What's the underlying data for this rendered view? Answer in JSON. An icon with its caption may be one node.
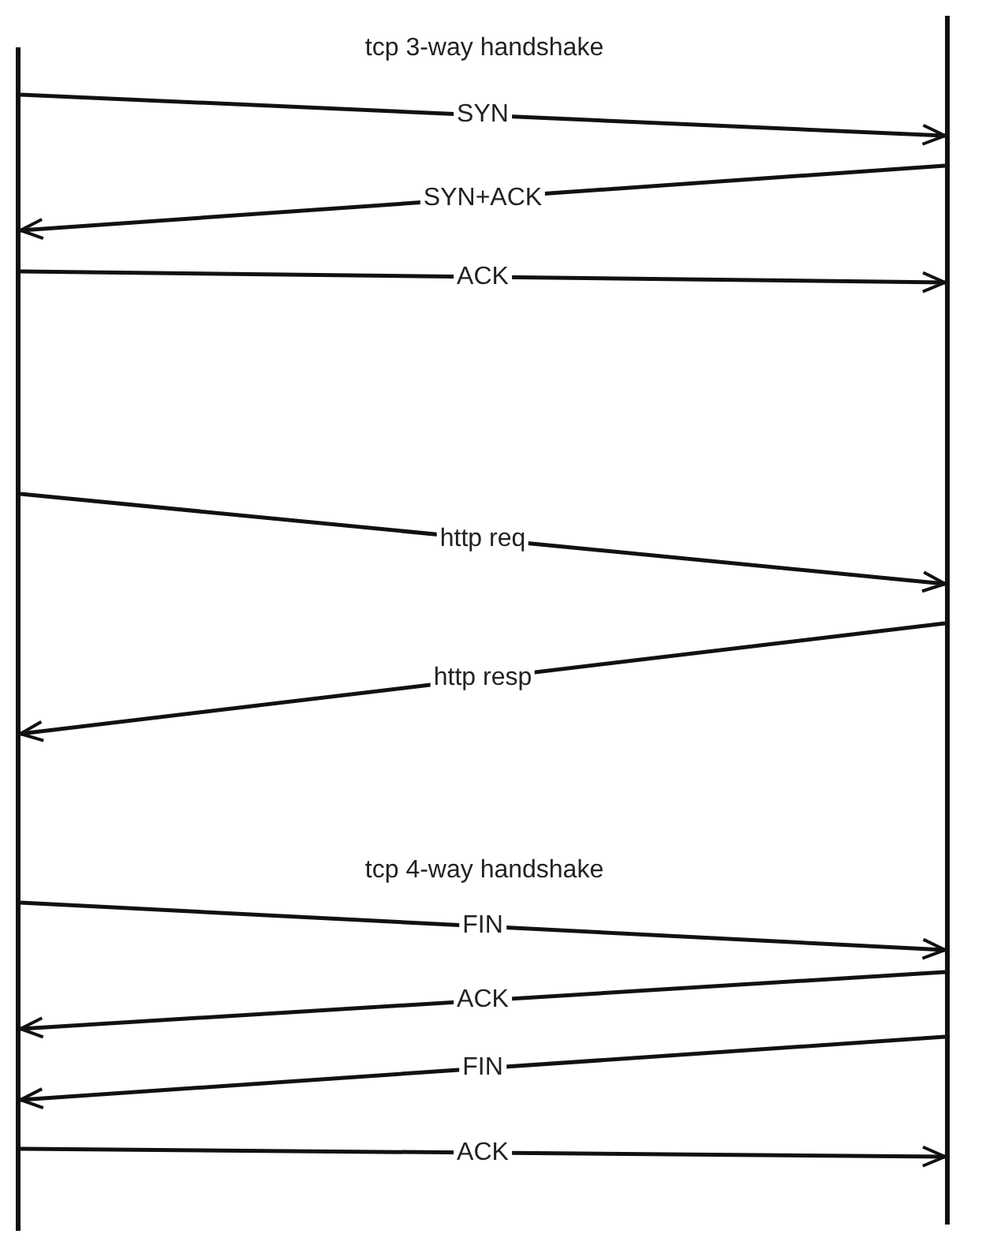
{
  "diagram": {
    "nodes": [
      {
        "text": [],
        "shape": "bar"
      },
      {
        "text": [],
        "shape": "bar"
      }
    ],
    "edges": [
      {
        "from": 0,
        "to": 1,
        "arrow": "to",
        "label": "SYN"
      },
      {
        "from": 1,
        "to": 0,
        "arrow": "to",
        "label": "SYN+ACK"
      },
      {
        "from": 0,
        "to": 1,
        "arrow": "to",
        "label": "ACK"
      },
      {
        "from": 0,
        "to": 1,
        "arrow": "to",
        "label": "http req"
      },
      {
        "from": 1,
        "to": 0,
        "arrow": "to",
        "label": "http resp"
      },
      {
        "from": 0,
        "to": 1,
        "arrow": "to",
        "label": "FIN"
      },
      {
        "from": 1,
        "to": 0,
        "arrow": "to",
        "label": "ACK"
      },
      {
        "from": 1,
        "to": 0,
        "arrow": "to",
        "label": "FIN"
      },
      {
        "from": 0,
        "to": 1,
        "arrow": "to",
        "label": "ACK"
      }
    ],
    "labels": [
      "tcp 3-way handshake",
      "tcp 4-way handshake"
    ]
  }
}
